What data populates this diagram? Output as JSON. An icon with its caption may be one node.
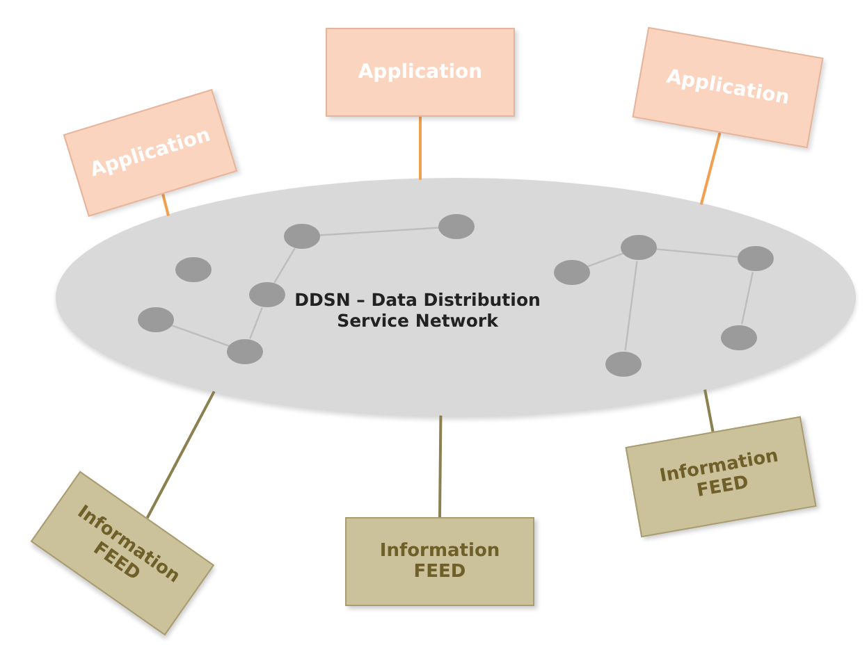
{
  "diagram": {
    "nodes": [
      {
        "text": [
          "Application"
        ]
      },
      {
        "text": [
          "Application"
        ]
      },
      {
        "text": [
          "Application"
        ]
      },
      {
        "text": [
          "DDSN – Data Distribution Service Network"
        ]
      },
      {
        "text": [],
        "shape": "circle",
        "in": 3
      },
      {
        "text": [],
        "shape": "circle",
        "in": 3
      },
      {
        "text": [],
        "shape": "circle",
        "in": 3
      },
      {
        "text": [],
        "shape": "circle",
        "in": 3
      },
      {
        "text": [],
        "shape": "circle",
        "in": 3
      },
      {
        "text": [],
        "shape": "circle",
        "in": 3
      },
      {
        "text": [],
        "shape": "circle",
        "in": 3
      },
      {
        "text": [],
        "shape": "circle",
        "in": 3
      },
      {
        "text": [],
        "shape": "circle",
        "in": 3
      },
      {
        "text": [],
        "shape": "circle",
        "in": 3
      },
      {
        "text": [],
        "shape": "circle",
        "in": 3
      },
      {
        "text": [
          "Information FEED"
        ]
      },
      {
        "text": [
          "Information FEED"
        ]
      },
      {
        "text": [
          "Information FEED"
        ]
      }
    ],
    "edges": [
      {
        "from": 0,
        "to": 3,
        "arrow": "none",
        "color": "#f0a050"
      },
      {
        "from": 1,
        "to": 3,
        "arrow": "none",
        "color": "#f0a050"
      },
      {
        "from": 2,
        "to": 3,
        "arrow": "none",
        "color": "#f0a050"
      },
      {
        "from": 15,
        "to": 3,
        "arrow": "none",
        "color": "#8b8050"
      },
      {
        "from": 16,
        "to": 3,
        "arrow": "none",
        "color": "#8b8050"
      },
      {
        "from": 17,
        "to": 3,
        "arrow": "none",
        "color": "#8b8050"
      },
      {
        "from": 4,
        "to": 7,
        "arrow": "none"
      },
      {
        "from": 7,
        "to": 6,
        "arrow": "none"
      },
      {
        "from": 6,
        "to": 8,
        "arrow": "none"
      },
      {
        "from": 8,
        "to": 9,
        "arrow": "none"
      },
      {
        "from": 10,
        "to": 11,
        "arrow": "none"
      },
      {
        "from": 11,
        "to": 12,
        "arrow": "none"
      },
      {
        "from": 12,
        "to": 13,
        "arrow": "none"
      },
      {
        "from": 11,
        "to": 14,
        "arrow": "none"
      }
    ]
  }
}
